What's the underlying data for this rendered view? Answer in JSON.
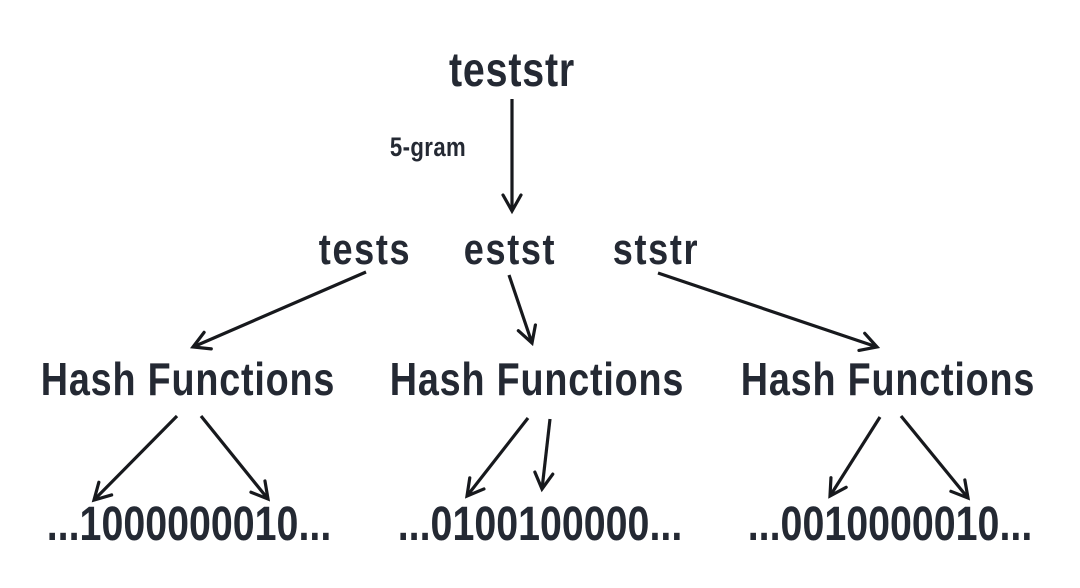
{
  "diagram": {
    "root_string": "teststr",
    "edge_label": "5-gram",
    "ngrams": [
      "tests",
      "estst",
      "ststr"
    ],
    "hash_function_label": "Hash Functions",
    "bit_arrays": [
      "...1000000010...",
      "...0100100000...",
      "...0010000010..."
    ],
    "colors": {
      "text": "#242933",
      "arrow": "#17191d",
      "background": "#ffffff"
    }
  }
}
